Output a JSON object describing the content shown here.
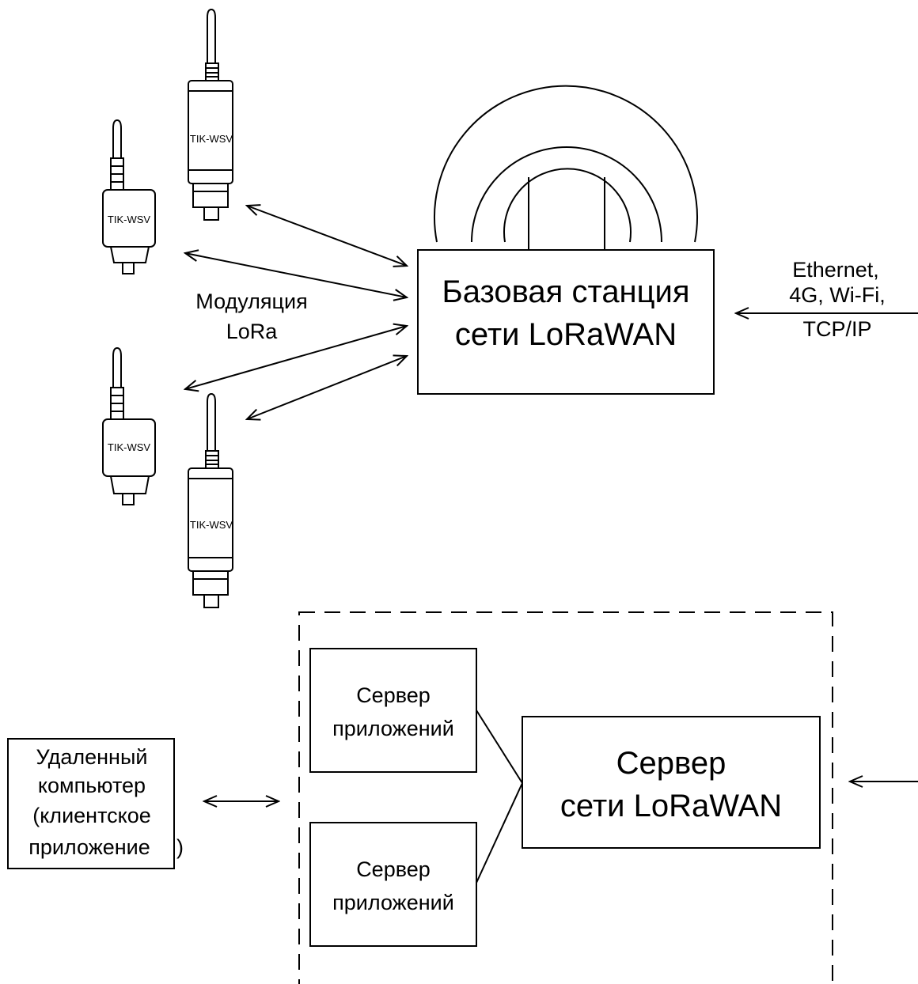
{
  "devices": {
    "label": "TIK-WSV"
  },
  "modulation": {
    "line1": "Модуляция",
    "line2": "LoRa"
  },
  "base_station": {
    "line1": "Базовая станция",
    "line2": "сети LoRaWAN"
  },
  "backhaul": {
    "line1": "Ethernet,",
    "line2": "4G, Wi-Fi,",
    "line3": "TCP/IP"
  },
  "app_server_top": {
    "line1": "Сервер",
    "line2": "приложений"
  },
  "app_server_bottom": {
    "line1": "Сервер",
    "line2": "приложений"
  },
  "network_server": {
    "line1": "Сервер",
    "line2": "сети LoRaWAN"
  },
  "remote_computer": {
    "line1": "Удаленный",
    "line2": "компьютер",
    "line3": "(клиентское",
    "line4": "приложение",
    "line4_tail": ")"
  }
}
